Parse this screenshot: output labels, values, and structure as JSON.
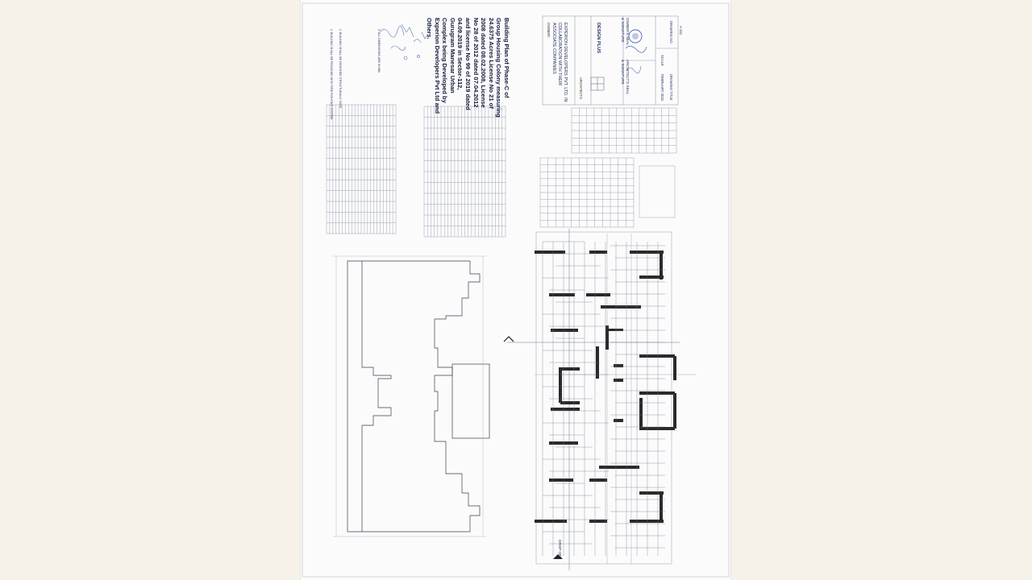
{
  "title_block": {
    "lines": [
      "Building Plan of Phase-C of",
      "Group Housing Colony measuring",
      "24.6375 Acres License No 21 of",
      "2008 dated 08.02.2008, License",
      "No 28 of 2012 dated 07.04.2012",
      "and license No 99 of 2019 dated",
      "04.09.2019 in Sector-112,",
      "Gurugram Manesar Urban",
      "Complex being Developed by",
      "Experion Developers Pvt Ltd and",
      "Others."
    ]
  },
  "owner": {
    "label": "OWNER:",
    "lines": [
      "EXPERION DEVELOPERS PVT. LTD. IN",
      "COLLABORATION WITH THEIR",
      "ASSOCIATE COMPANIES"
    ]
  },
  "architect": {
    "label": "ARCHITECTS:",
    "firm": "DESIGN PLUS"
  },
  "seals": {
    "architect": [
      "ARCHITECT'S SEAL",
      "& SIGNATURE"
    ],
    "owner": [
      "OWNER'S SEAL",
      "& SIGNATURE"
    ]
  },
  "meta": {
    "date": "FEBRUARY 2024",
    "scale_label": "SCALE",
    "drawing_title_label": "DRAWING TITLE",
    "drawing_no_label": "DRAWING NO.",
    "sheet_no": "A-101"
  },
  "notes": [
    "1. BUILDING SHALL BE PROVIDED WITH FIRE FIGHTING SYSTEM",
    "2. BUILDING SHALL BE DESIGNED STRUCTURALLY SAFE",
    "3. ALL DIMENSIONS ARE IN MM"
  ],
  "plan": {
    "drop_off": "DROP OFF"
  },
  "colors": {
    "ink": "#1d2a5c",
    "wall": "#2a2a2a",
    "paper": "#fbfbfb",
    "background": "#f6f2ea"
  }
}
